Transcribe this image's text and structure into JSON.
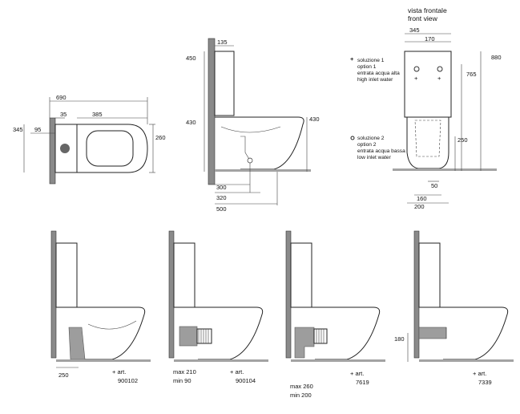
{
  "front_view": {
    "title_it": "vista frontale",
    "title_en": "front view"
  },
  "option1": {
    "lines": [
      "soluzione 1",
      "option 1",
      "entrata acqua alta",
      "high inlet water"
    ]
  },
  "option2": {
    "lines": [
      "soluzione 2",
      "option 2",
      "entrata acqua bassa",
      "low inlet water"
    ]
  },
  "dims": {
    "top": {
      "d690": "690",
      "d35": "35",
      "d385": "385",
      "d345": "345",
      "d95": "95",
      "d260": "260"
    },
    "side": {
      "d135": "135",
      "d450": "450",
      "d430a": "430",
      "d430b": "430",
      "d300": "300",
      "d320": "320",
      "d500": "500"
    },
    "front": {
      "d345": "345",
      "d170": "170",
      "d880": "880",
      "d765": "765",
      "d250": "250",
      "d50": "50",
      "d160": "160",
      "d200": "200"
    }
  },
  "variants": [
    {
      "art": "+ art.",
      "code": "900102",
      "dims": [
        "250"
      ]
    },
    {
      "art": "+ art.",
      "code": "900104",
      "dims": [
        "max 210",
        "min  90"
      ]
    },
    {
      "art": "+ art.",
      "code": "7619",
      "dims": [
        "max 260",
        "min 200"
      ]
    },
    {
      "art": "+ art.",
      "code": "7339",
      "dims": [
        "180"
      ]
    }
  ],
  "colors": {
    "line": "#222222",
    "wall": "#8a8a8a",
    "trap": "#9d9d9d"
  }
}
